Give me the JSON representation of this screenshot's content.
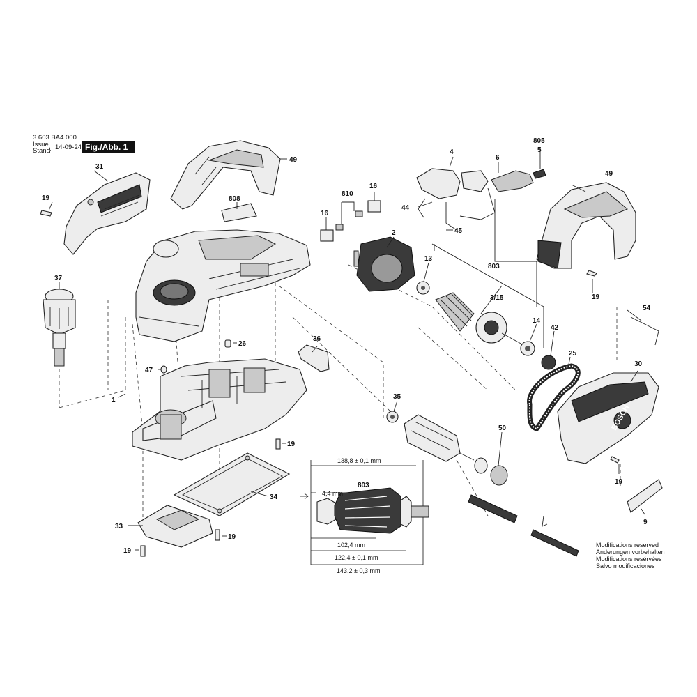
{
  "header": {
    "drawing_number": "3 603 BA4 000",
    "issue_label": "Issue",
    "stand_label": "Stand",
    "issue_date": "14-09-24",
    "figure_label": "Fig./Abb. 1"
  },
  "callouts": {
    "p1": "1",
    "p2": "2",
    "p4": "4",
    "p5": "5",
    "p6": "6",
    "p9": "9",
    "p13": "13",
    "p14": "14",
    "p16a": "16",
    "p16b": "16",
    "p19a": "19",
    "p19b": "19",
    "p19c": "19",
    "p19d": "19",
    "p19e": "19",
    "p19f": "19",
    "p25": "25",
    "p26": "26",
    "p30": "30",
    "p31": "31",
    "p33": "33",
    "p34": "34",
    "p35": "35",
    "p36": "36",
    "p37": "37",
    "p42": "42",
    "p44": "44",
    "p45": "45",
    "p47": "47",
    "p49a": "49",
    "p49b": "49",
    "p50": "50",
    "p54": "54",
    "p803a": "803",
    "p803b": "803",
    "p805": "805",
    "p808": "808",
    "p810": "810",
    "p3_15": "3/15"
  },
  "dimensions": {
    "d1": "138,8 ± 0,1 mm",
    "d2": "4,4 mm",
    "d3": "102,4 mm",
    "d4": "122,4 ± 0,1 mm",
    "d5": "143,2 ± 0,3 mm"
  },
  "brand_mark": "BOSCH",
  "notes": [
    "Modifications reserved",
    "Änderungen vorbehalten",
    "Modifications resérvées",
    "Salvo modificaciones"
  ]
}
